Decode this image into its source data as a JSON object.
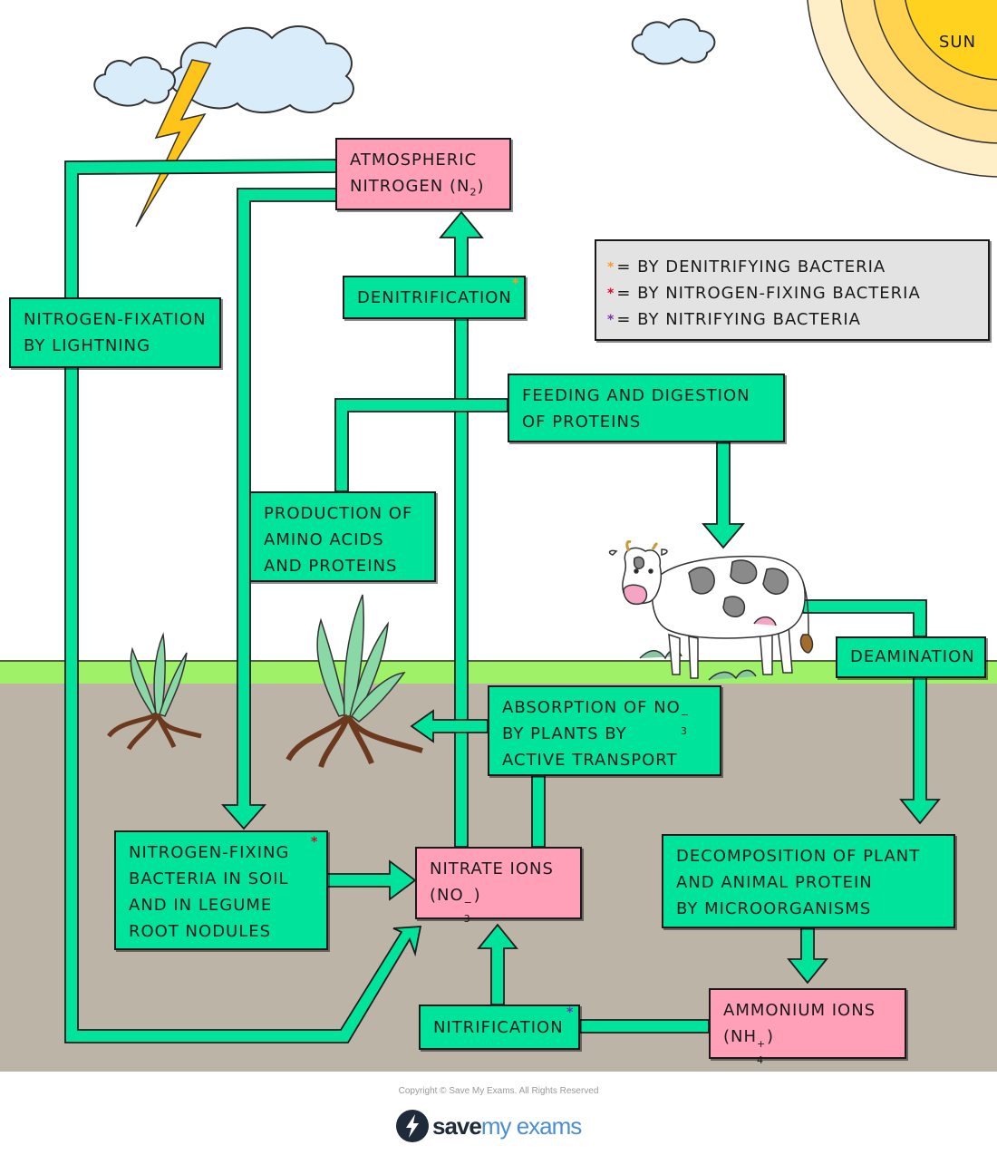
{
  "sun": {
    "label": "SUN"
  },
  "legend": [
    {
      "marker": "*",
      "color": "#ff9a1f",
      "text": "= BY DENITRIFYING BACTERIA"
    },
    {
      "marker": "*",
      "color": "#e8002a",
      "text": "= BY NITROGEN-FIXING BACTERIA"
    },
    {
      "marker": "*",
      "color": "#7a2bb5",
      "text": "= BY NITRIFYING BACTERIA"
    }
  ],
  "boxes": {
    "atmospheric_nitrogen": {
      "line1": "ATMOSPHERIC",
      "line2": "NITROGEN (N",
      "sub": "2",
      "close": ")"
    },
    "fixation_lightning": {
      "line1": "NITROGEN-FIXATION",
      "line2": "BY LIGHTNING"
    },
    "denitrification": {
      "label": "DENITRIFICATION"
    },
    "feeding": {
      "line1": "FEEDING AND DIGESTION",
      "line2": "OF PROTEINS"
    },
    "production": {
      "line1": "PRODUCTION OF",
      "line2": "AMINO ACIDS",
      "line3": "AND PROTEINS"
    },
    "deamination": {
      "label": "DEAMINATION"
    },
    "absorption": {
      "line1a": "ABSORPTION OF NO",
      "line1sub": "3",
      "line1sup": "−",
      "line2": "BY PLANTS BY",
      "line3": "ACTIVE TRANSPORT"
    },
    "fixing_bacteria": {
      "line1": "NITROGEN-FIXING",
      "line2": "BACTERIA IN SOIL",
      "line3": "AND IN LEGUME",
      "line4": "ROOT NODULES"
    },
    "nitrate": {
      "line1": "NITRATE IONS",
      "line2a": "(NO",
      "line2sub": "3",
      "line2sup": "−",
      "line2b": ")"
    },
    "decomposition": {
      "line1": "DECOMPOSITION OF PLANT",
      "line2": "AND ANIMAL PROTEIN",
      "line3": "BY MICROORGANISMS"
    },
    "nitrification": {
      "label": "NITRIFICATION"
    },
    "ammonium": {
      "line1": "AMMONIUM IONS",
      "line2a": "(NH",
      "line2sub": "4",
      "line2sup": "+",
      "line2b": ")"
    }
  },
  "footer": {
    "copyright": "Copyright © Save My Exams. All Rights Reserved",
    "brand_save": "save",
    "brand_rest": "my exams"
  },
  "colors": {
    "arrow_fill": "#00e39a",
    "box_green": "#00e39a",
    "box_pink": "#ff9fb8",
    "grass": "#9ff268",
    "soil": "#bdb4a8",
    "legend_bg": "#e3e3e3",
    "sun_core": "#ffd21f",
    "cloud": "#d8ecfa",
    "lightning": "#ffc41a"
  }
}
